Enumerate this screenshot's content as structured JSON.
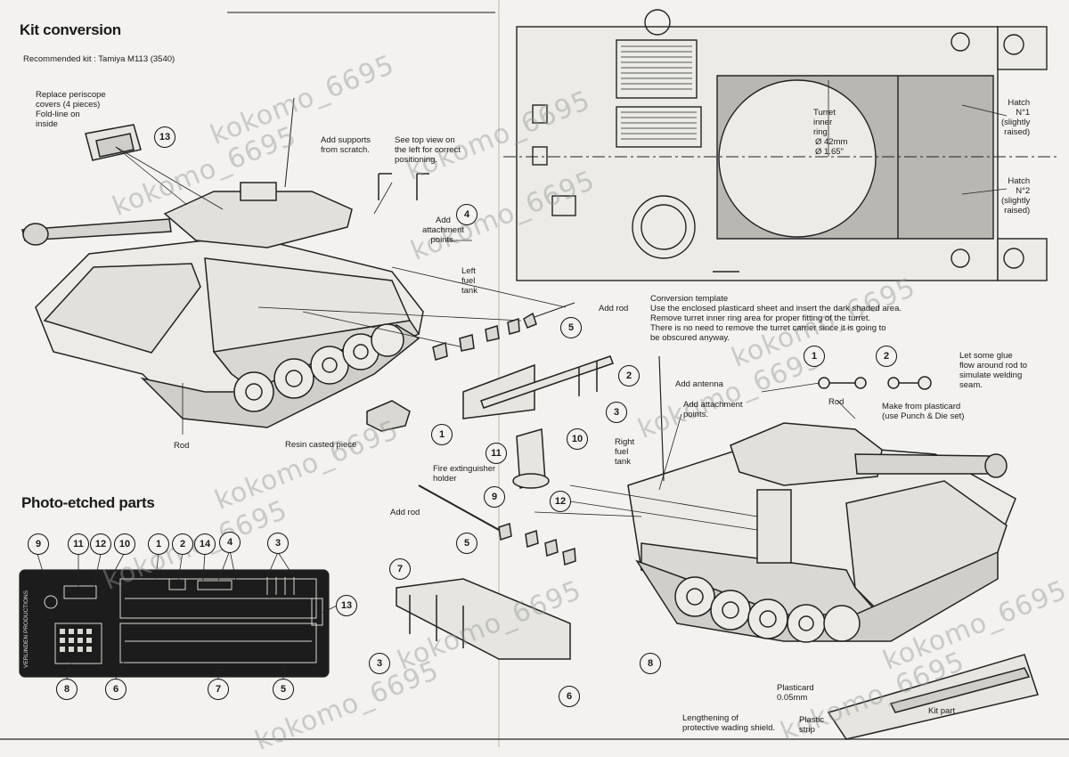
{
  "left": {
    "title": "Kit conversion",
    "recommended": "Recommended kit : Tamiya M113 (3540)",
    "periscope_note": "Replace periscope\ncovers (4 pieces)\nFold-line on\ninside",
    "supports_note": "Add supports\nfrom scratch.",
    "topview_note": "See top view on\nthe left for correct\npositioning.",
    "attachment_note": "Add\nattachment\npoints.",
    "left_tank": "Left\nfuel\ntank",
    "rod_label": "Rod",
    "resin_label": "Resin casted piece",
    "add_rod_top": "Add rod",
    "pe_title": "Photo-etched parts",
    "pe_brand": "VERLINDEN PRODUCTIONS"
  },
  "right": {
    "turret_ring": "Turret\ninner\nring",
    "dim1": "Ø 42mm",
    "dim2": "Ø 1.65\"",
    "hatch1": "Hatch\nN°1\n(slightly\nraised)",
    "hatch2": "Hatch\nN°2\n(slightly\nraised)",
    "template_note": "Conversion template\nUse the enclosed plasticard sheet and insert the dark shaded area.\nRemove turret inner ring area for proper fitting of the turret.\nThere is no need to remove the turret carrier since it is going to\nbe obscured anyway.",
    "add_antenna": "Add antenna",
    "add_attach": "Add attachment\npoints.",
    "rod": "Rod",
    "plasticard_note": "Make from plasticard\n(use Punch & Die set)",
    "glue_note": "Let some glue\nflow around rod to\nsimulate welding\nseam.",
    "right_tank": "Right\nfuel\ntank",
    "fire_ext": "Fire extinguisher\nholder",
    "add_rod": "Add rod",
    "plasticard": "Plasticard\n0.05mm",
    "plastic_strip": "Plastic\nstrip",
    "kit_part": "Kit part",
    "lengthening": "Lengthening of\nprotective wading shield."
  },
  "callouts": {
    "c13": "13",
    "c4": "4",
    "c5a": "5",
    "c2a": "2",
    "c3a": "3",
    "c1a": "1",
    "c11": "11",
    "c10": "10",
    "c9": "9",
    "c12": "12",
    "c5b": "5",
    "c7": "7",
    "c3b": "3",
    "c6": "6",
    "c8": "8",
    "r1": "1",
    "r2": "2",
    "pe9": "9",
    "pe11": "11",
    "pe12": "12",
    "pe10": "10",
    "pe1": "1",
    "pe2": "2",
    "pe14": "14",
    "pe4": "4",
    "pe3": "3",
    "pe13": "13",
    "pe8": "8",
    "pe6": "6",
    "pe7": "7",
    "pe5": "5"
  },
  "watermark": "kokomo_6695"
}
